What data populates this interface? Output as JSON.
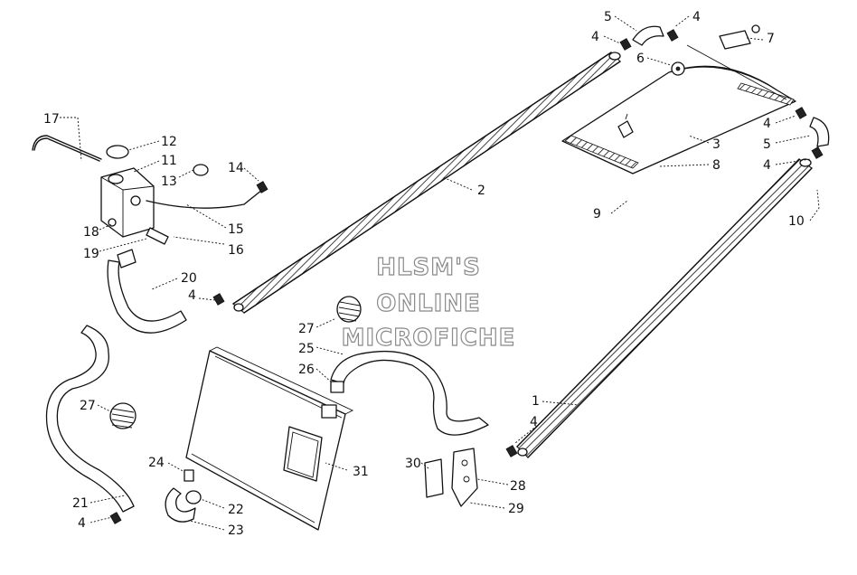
{
  "watermark": {
    "line1": "HLSM'S",
    "line2": "ONLINE",
    "line3": "MICROFICHE"
  },
  "callouts": {
    "n1": "1",
    "n2": "2",
    "n3": "3",
    "n4": "4",
    "n5": "5",
    "n6": "6",
    "n7": "7",
    "n8": "8",
    "n9": "9",
    "n10": "10",
    "n11": "11",
    "n12": "12",
    "n13": "13",
    "n14": "14",
    "n15": "15",
    "n16": "16",
    "n17": "17",
    "n18": "18",
    "n19": "19",
    "n20": "20",
    "n21": "21",
    "n22": "22",
    "n23": "23",
    "n24": "24",
    "n25": "25",
    "n26": "26",
    "n27": "27",
    "n28": "28",
    "n29": "29",
    "n30": "30",
    "n31": "31"
  }
}
